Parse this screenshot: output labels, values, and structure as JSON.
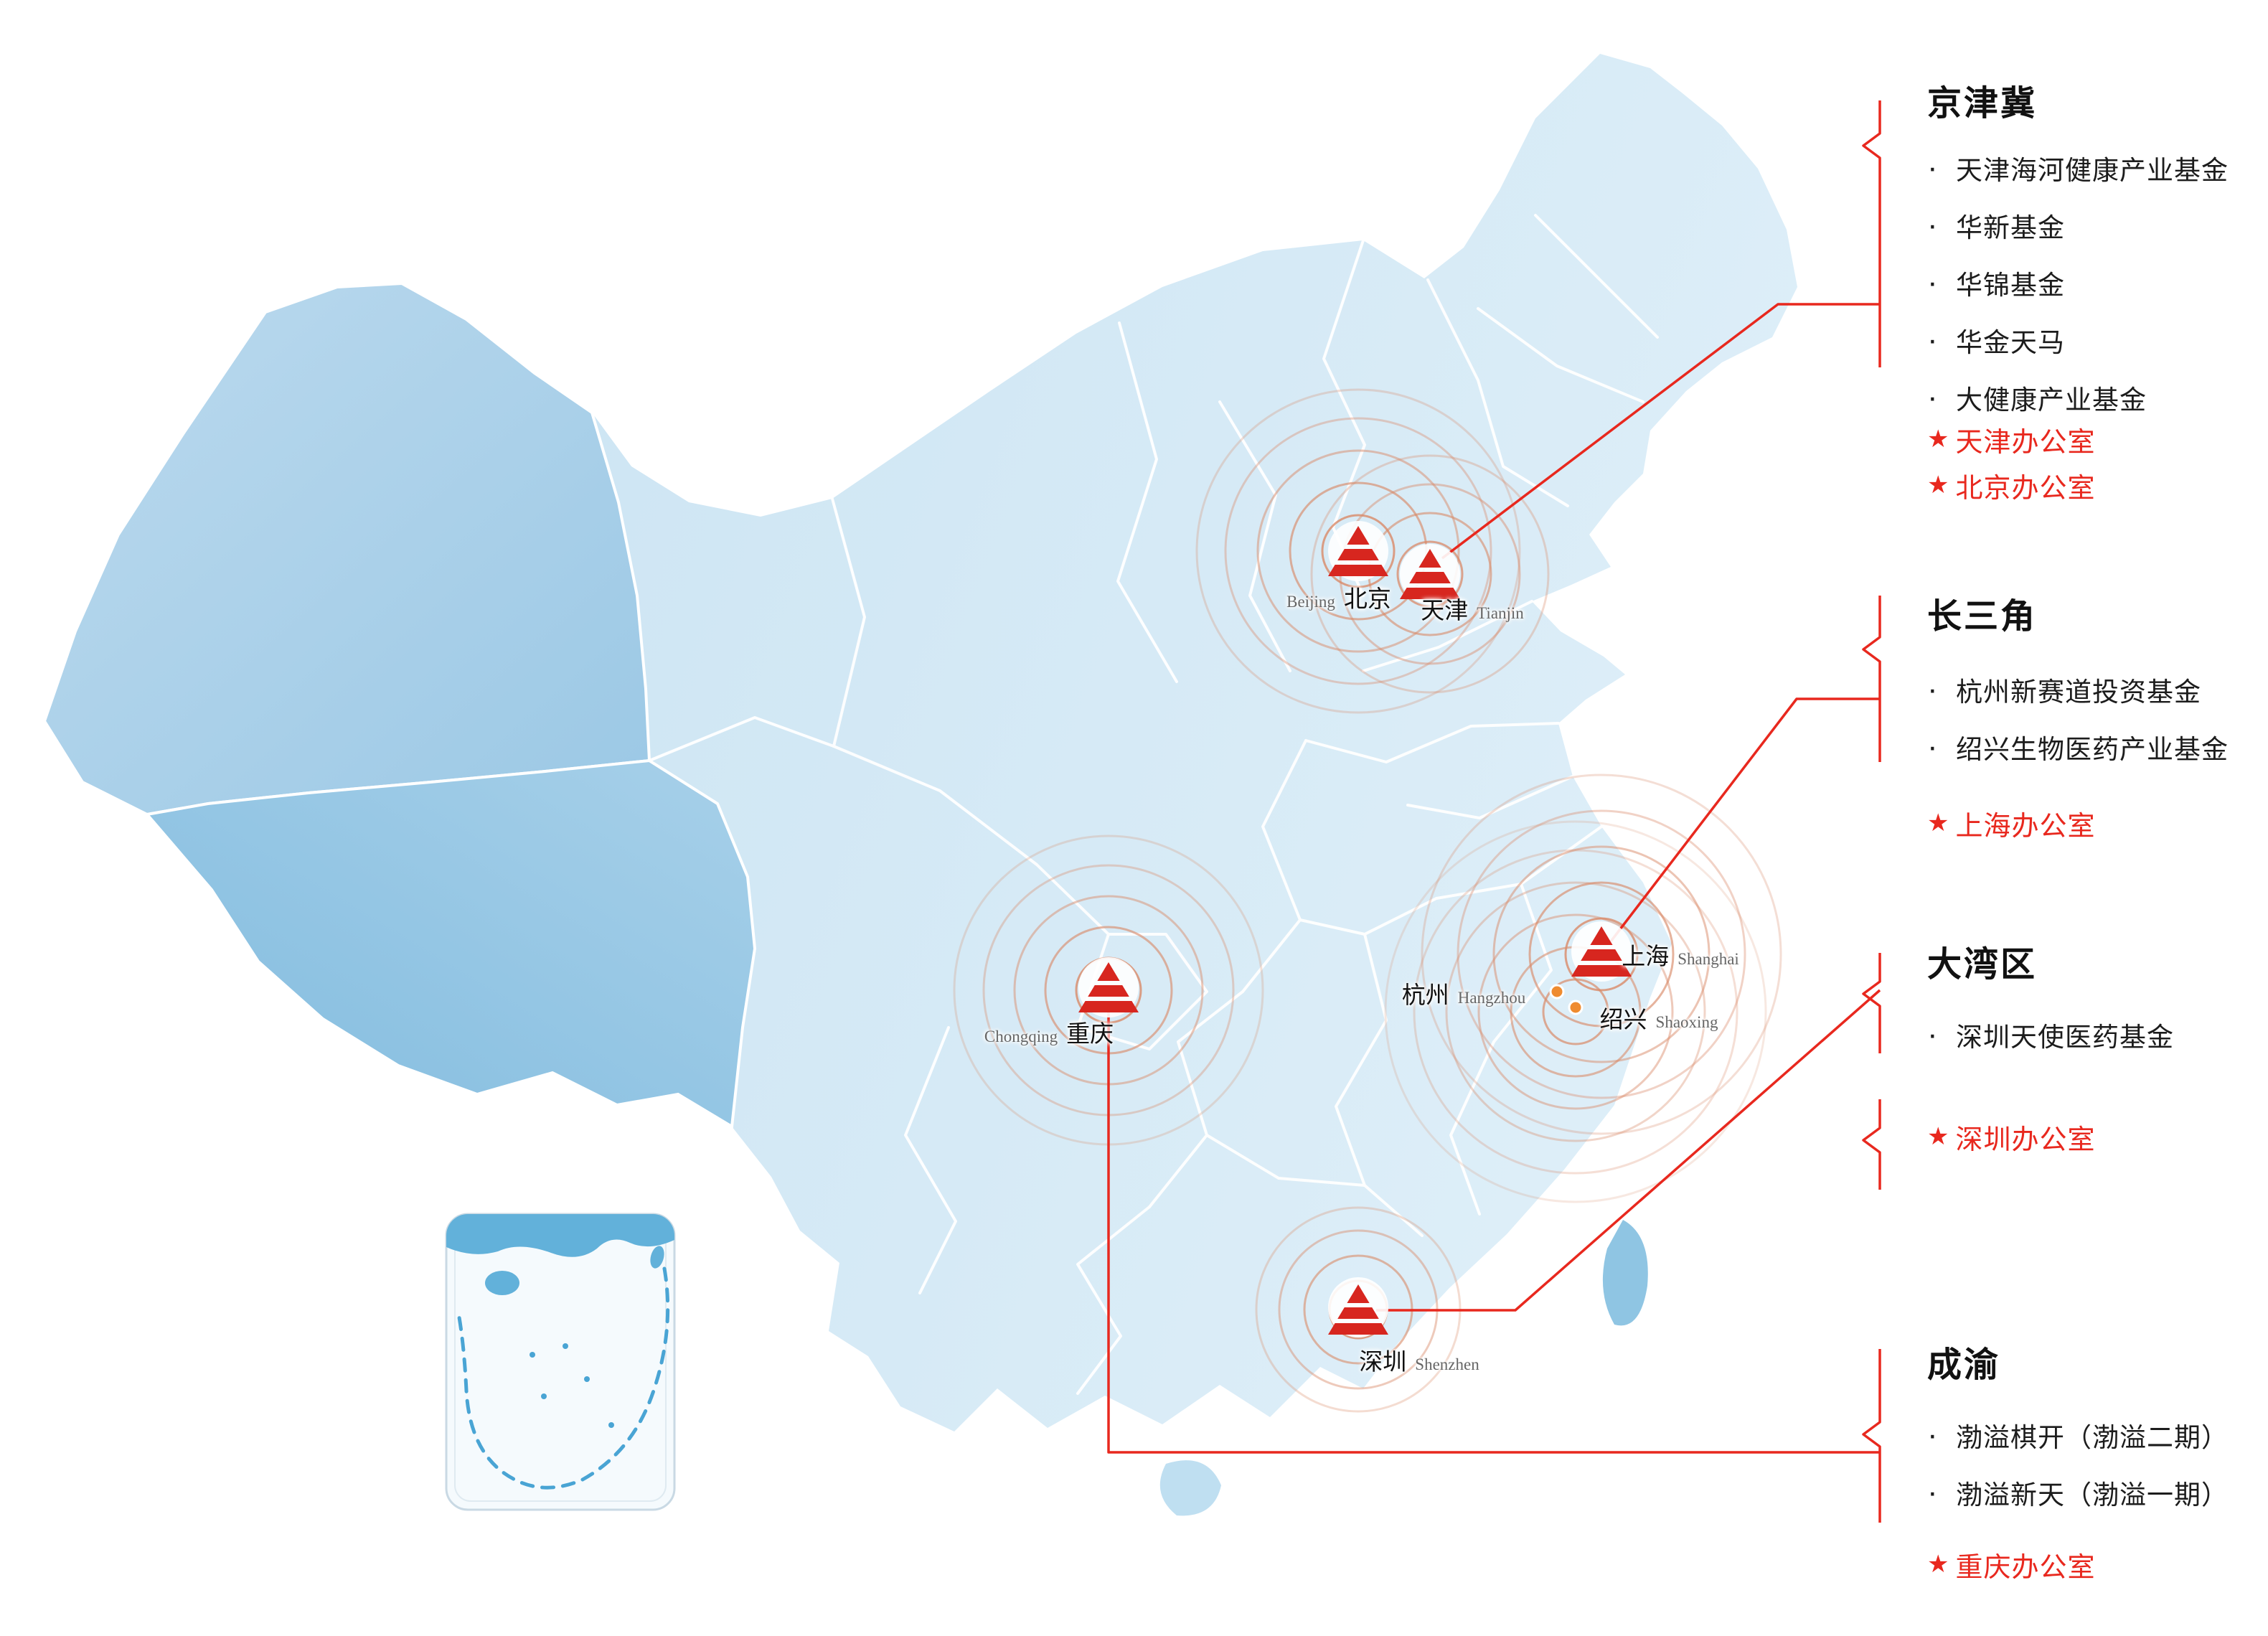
{
  "bullet": "·",
  "office_star": "★",
  "colors": {
    "accent_red": "#e8281e",
    "logo_red": "#d7261f",
    "map_light_east": "#d4eaf6",
    "map_dark_west": "#8cc2e2",
    "ripple": "#d98a68",
    "dot_orange": "#ef8b2f"
  },
  "regions": [
    {
      "title": "京津冀",
      "funds": [
        "天津海河健康产业基金",
        "华新基金",
        "华锦基金",
        "华金天马",
        "大健康产业基金"
      ],
      "offices": [
        "天津办公室",
        "北京办公室"
      ]
    },
    {
      "title": "长三角",
      "funds": [
        "杭州新赛道投资基金",
        "绍兴生物医药产业基金"
      ],
      "offices": [
        "上海办公室"
      ]
    },
    {
      "title": "大湾区",
      "funds": [
        "深圳天使医药基金"
      ],
      "offices": [
        "深圳办公室"
      ]
    },
    {
      "title": "成渝",
      "funds": [
        "渤溢棋开（渤溢二期）",
        "渤溢新天（渤溢一期）"
      ],
      "offices": [
        "重庆办公室"
      ]
    }
  ],
  "cities": [
    {
      "zh": "北京",
      "en": "Beijing"
    },
    {
      "zh": "天津",
      "en": "Tianjin"
    },
    {
      "zh": "上海",
      "en": "Shanghai"
    },
    {
      "zh": "杭州",
      "en": "Hangzhou"
    },
    {
      "zh": "绍兴",
      "en": "Shaoxing"
    },
    {
      "zh": "重庆",
      "en": "Chongqing"
    },
    {
      "zh": "深圳",
      "en": "Shenzhen"
    }
  ]
}
